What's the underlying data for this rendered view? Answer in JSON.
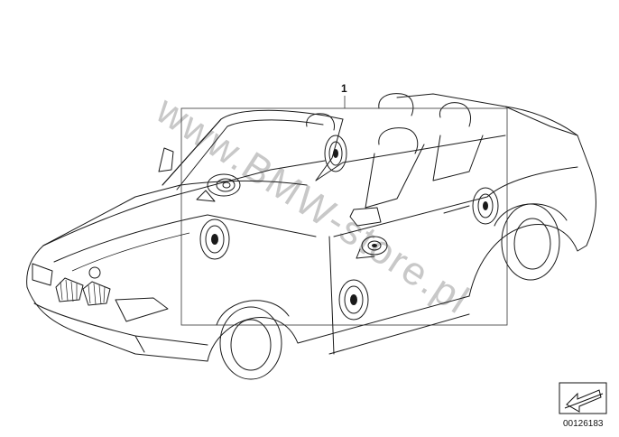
{
  "callout": {
    "label": "1"
  },
  "watermark": {
    "text": "www.BMW-store.pl"
  },
  "document": {
    "number": "00126183"
  },
  "icons": {
    "direction": "direction-arrow-icon"
  }
}
